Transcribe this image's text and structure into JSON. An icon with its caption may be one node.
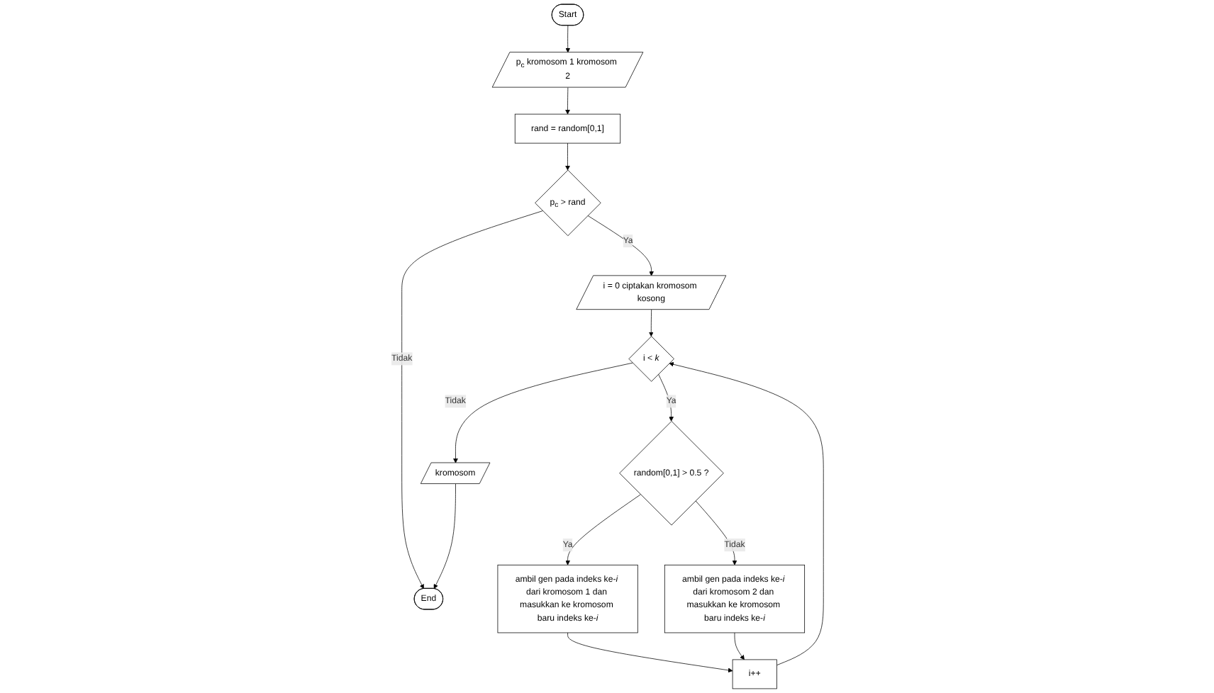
{
  "diagram": {
    "nodes": [
      {
        "text": [
          "Start"
        ]
      },
      {
        "text": [
          "p$_{c}$ kromosom 1 kromosom 2"
        ]
      },
      {
        "text": [
          "rand = random[0,1]"
        ]
      },
      {
        "text": [
          "p$_{c}$ > rand"
        ]
      },
      {
        "text": [
          "i = 0 ciptakan kromosom kosong"
        ]
      },
      {
        "text": [
          "End"
        ]
      },
      {
        "text": [
          "kromosom"
        ]
      },
      {
        "text": [
          "i < *k*"
        ]
      },
      {
        "text": [
          "random[0,1] > 0.5 ?"
        ]
      },
      {
        "text": [
          "ambil gen pada indeks ke-*i* dari kromosom 1 dan masukkan ke kromosom baru indeks ke-*i*"
        ]
      },
      {
        "text": [
          "ambil gen pada indeks ke-*i* dari kromosom 2 dan masukkan ke kromosom baru indeks ke-*i*"
        ]
      },
      {
        "text": [
          "i++"
        ]
      }
    ],
    "edges": [
      {
        "from": 0,
        "to": 1,
        "arrow": "to"
      },
      {
        "from": 1,
        "to": 2,
        "arrow": "to"
      },
      {
        "from": 2,
        "to": 3,
        "arrow": "to"
      },
      {
        "from": 3,
        "to": 4,
        "label": "Ya",
        "arrow": "to"
      },
      {
        "from": 3,
        "to": 5,
        "label": "Tidak",
        "arrow": "to"
      },
      {
        "from": 4,
        "to": 7,
        "arrow": "to"
      },
      {
        "from": 7,
        "to": 6,
        "label": "Tidak",
        "arrow": "to"
      },
      {
        "from": 6,
        "to": 5,
        "arrow": "to"
      },
      {
        "from": 7,
        "to": 8,
        "label": "Ya",
        "arrow": "to"
      },
      {
        "from": 8,
        "to": 9,
        "label": "Ya",
        "arrow": "to"
      },
      {
        "from": 8,
        "to": 10,
        "label": "Tidak",
        "arrow": "to"
      },
      {
        "from": 9,
        "to": 11,
        "arrow": "to"
      },
      {
        "from": 10,
        "to": 11,
        "arrow": "to"
      },
      {
        "from": 11,
        "to": 7,
        "arrow": "to"
      }
    ]
  }
}
